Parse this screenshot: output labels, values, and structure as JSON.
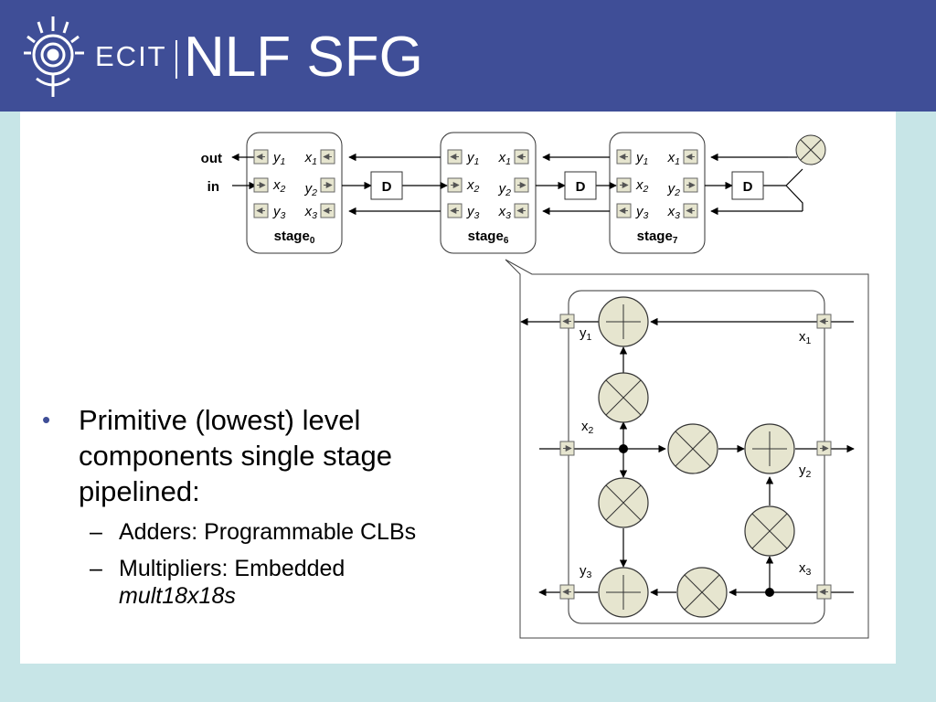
{
  "header": {
    "logo_text": "ECIT",
    "title": "NLF SFG"
  },
  "colors": {
    "header_bg": "#3f4e97",
    "slide_bg": "#c7e5e7",
    "node_fill": "#e6e5cf"
  },
  "bullets": {
    "main": "Primitive (lowest) level components single stage pipelined:",
    "sub": [
      {
        "text": "Adders: Programmable CLBs"
      },
      {
        "text": "Multipliers: Embedded",
        "italic": "mult18x18s"
      }
    ]
  },
  "top_diagram": {
    "out_label": "out",
    "in_label": "in",
    "delay_label": "D",
    "stages": [
      {
        "name": "stage",
        "sub": "0"
      },
      {
        "name": "stage",
        "sub": "6"
      },
      {
        "name": "stage",
        "sub": "7"
      }
    ],
    "port_labels": {
      "y1": "y",
      "y1_sub": "1",
      "x1": "x",
      "x1_sub": "1",
      "x2": "x",
      "x2_sub": "2",
      "y2": "y",
      "y2_sub": "2",
      "y3": "y",
      "y3_sub": "3",
      "x3": "x",
      "x3_sub": "3"
    }
  },
  "detail_diagram": {
    "labels": {
      "y1": "y",
      "y1_sub": "1",
      "x1": "x",
      "x1_sub": "1",
      "x2": "x",
      "x2_sub": "2",
      "y2": "y",
      "y2_sub": "2",
      "y3": "y",
      "y3_sub": "3",
      "x3": "x",
      "x3_sub": "3"
    }
  },
  "icons": {
    "logo": "ecit-logo-icon",
    "adder": "adder-node-icon",
    "multiplier": "multiplier-node-icon",
    "register_left": "left-arrow-register-icon",
    "register_right": "right-arrow-register-icon"
  }
}
